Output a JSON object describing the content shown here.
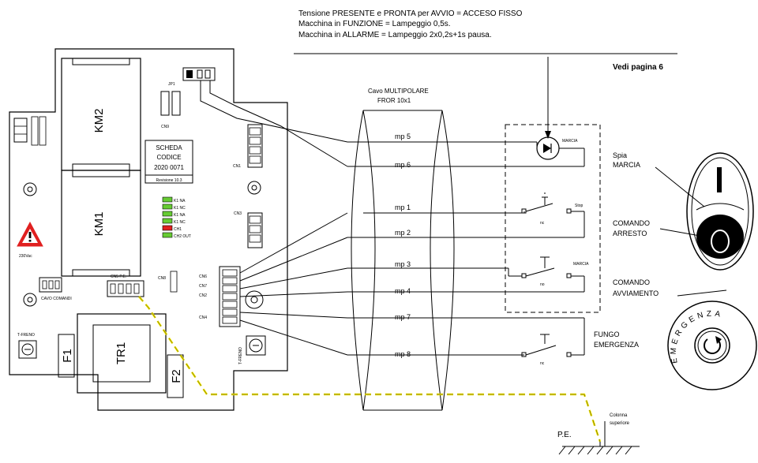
{
  "notes": {
    "line1": "Tensione PRESENTE e PRONTA per AVVIO = ACCESO FISSO",
    "line2": "Macchina in FUNZIONE = Lampeggio 0,5s.",
    "line3": "Macchina in ALLARME   = Lampeggio 2x0,2s+1s pausa.",
    "page_ref": "Vedi pagina 6"
  },
  "cable": {
    "label1": "Cavo MULTIPOLARE",
    "label2": "FROR 10x1",
    "wires": [
      "mp 5",
      "mp 6",
      "mp 1",
      "mp 2",
      "mp 3",
      "mp 4",
      "mp 7",
      "mp 8"
    ]
  },
  "board": {
    "km2": "KM2",
    "km1": "KM1",
    "tr1": "TR1",
    "f1": "F1",
    "f2": "F2",
    "info_box": [
      "SCHEDA",
      "CODICE",
      "2020 0071",
      "Revisione 10.3"
    ],
    "warning_voltage": "230Vac",
    "connector_pe": "CN5 P.E.",
    "trimmer_left": "T-FRENO",
    "trimmer_right": "T-FRENO",
    "cn5_caption": "CAVO COMANDI",
    "conn_labels": [
      "CN1",
      "CN3",
      "CN2",
      "CN4",
      "CN6",
      "CN7"
    ],
    "led_labels": [
      "K1 NA",
      "K1 NC",
      "K1 NA",
      "K1 NC",
      "CH1",
      "CH2 OUT"
    ],
    "jumper": "JP1",
    "cn8": "CN8",
    "cn9": "CN9",
    "pe_label": "P.E.",
    "colonna": "Colonna",
    "superiore": "superiore"
  },
  "panel": {
    "lamp_tag": "MARCIA",
    "lamp_desc_1": "Spia",
    "lamp_desc_2": "MARCIA",
    "stop_tag": "Stop",
    "stop_contact": "nc",
    "stop_desc_1": "COMANDO",
    "stop_desc_2": "ARRESTO",
    "start_tag": "MARCIA",
    "start_contact": "no",
    "start_desc_1": "COMANDO",
    "start_desc_2": "AVVIAMENTO",
    "emerg_contact": "nc",
    "emerg_desc_1": "FUNGO",
    "emerg_desc_2": "EMERGENZA",
    "emerg_ring": "EMERGENZA"
  },
  "colors": {
    "line": "#000000",
    "pe_wire": "#f2e600",
    "led": "#66cc33",
    "warning": "#e02020"
  }
}
